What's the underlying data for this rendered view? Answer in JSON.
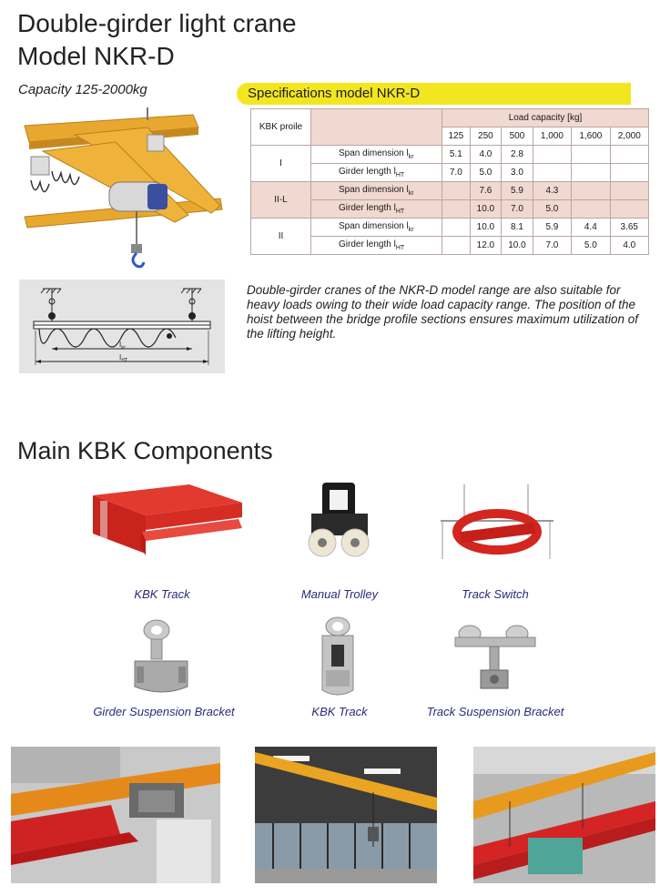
{
  "header": {
    "title": "Double-girder light crane",
    "model": "Model NKR-D",
    "capacity": "Capacity 125-2000kg"
  },
  "spec": {
    "heading": "Specifications model NKR-D",
    "kbk_profile_header": "KBK proile",
    "load_capacity_header": "Load capacity [kg]",
    "capacities": [
      "125",
      "250",
      "500",
      "1,000",
      "1,600",
      "2,000"
    ],
    "rows": [
      {
        "profile": "I",
        "span_label": "Span dimension l",
        "span_sub": "kr",
        "span": [
          "5.1",
          "4.0",
          "2.8",
          "",
          "",
          ""
        ],
        "girder_label": "Girder length l",
        "girder_sub": "HT",
        "girder": [
          "7.0",
          "5.0",
          "3.0",
          "",
          "",
          ""
        ]
      },
      {
        "profile": "II-L",
        "span_label": "Span dimension l",
        "span_sub": "kr",
        "span": [
          "",
          "7.6",
          "5.9",
          "4.3",
          "",
          ""
        ],
        "girder_label": "Girder length l",
        "girder_sub": "HT",
        "girder": [
          "",
          "10.0",
          "7.0",
          "5.0",
          "",
          ""
        ]
      },
      {
        "profile": "II",
        "span_label": "Span dimension l",
        "span_sub": "kr",
        "span": [
          "",
          "10.0",
          "8.1",
          "5.9",
          "4.4",
          "3.65"
        ],
        "girder_label": "Girder length l",
        "girder_sub": "HT",
        "girder": [
          "",
          "12.0",
          "10.0",
          "7.0",
          "5.0",
          "4.0"
        ]
      }
    ]
  },
  "description": "Double-girder cranes of the NKR-D model range are also suitable for heavy loads owing to their wide load capacity range. The position of the hoist between the bridge profile sections ensures maximum utilization of the lifting height.",
  "diagram": {
    "label_kr": "l",
    "label_kr_sub": "kr",
    "label_ht": "l",
    "label_ht_sub": "HT"
  },
  "components": {
    "heading": "Main KBK Components",
    "items": [
      {
        "caption": "KBK Track"
      },
      {
        "caption": "Manual Trolley"
      },
      {
        "caption": "Track Switch"
      },
      {
        "caption": "Girder Suspension Bracket"
      },
      {
        "caption": "KBK Track"
      },
      {
        "caption": "Track Suspension Bracket"
      }
    ]
  },
  "colors": {
    "yellow": "#f2e621",
    "red": "#d62a2a",
    "crane_yellow": "#e3a52a",
    "caption_blue": "#2a2a7a",
    "table_pink": "#f1d8d0"
  }
}
